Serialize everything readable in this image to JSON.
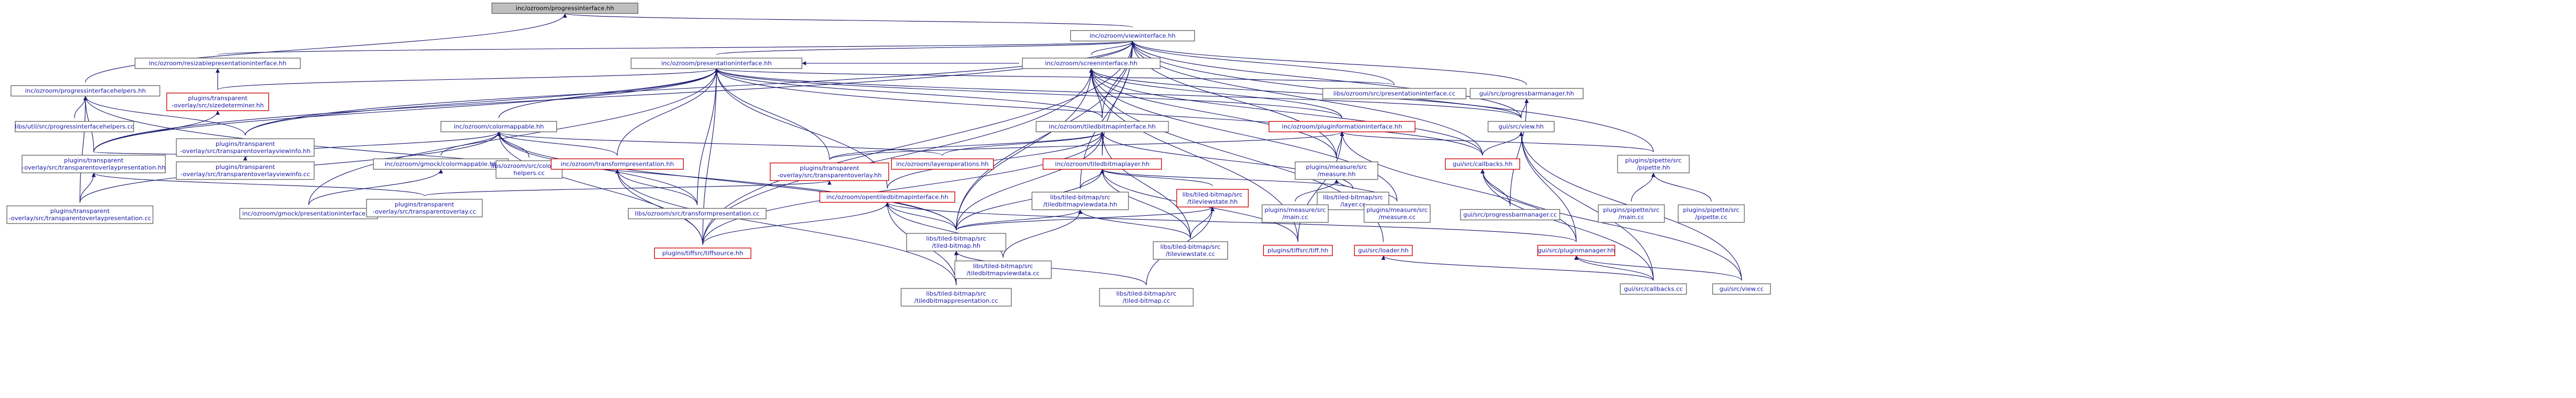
{
  "colors": {
    "link_text": "#1a1aa8",
    "highlight_text": "#cc0000",
    "plain_text": "#000000",
    "edge": "#191970",
    "border": "#666666",
    "box_fill": "#ffffff",
    "root_fill": "#bfbfbf",
    "truncated_border": "#cc0000"
  },
  "nodes": {
    "n0": {
      "lines": [
        "inc/ozroom/progressinterface.hh"
      ],
      "style": "root"
    },
    "n1": {
      "lines": [
        "inc/ozroom/viewinterface.hh"
      ],
      "style": "link"
    },
    "n2": {
      "lines": [
        "inc/ozroom/progressinterfacehelpers.hh"
      ],
      "style": "link"
    },
    "n3": {
      "lines": [
        "inc/ozroom/resizablepresentationinterface.hh"
      ],
      "style": "link"
    },
    "n4": {
      "lines": [
        "inc/ozroom/presentationinterface.hh"
      ],
      "style": "link"
    },
    "n5": {
      "lines": [
        "inc/ozroom/screeninterface.hh"
      ],
      "style": "link"
    },
    "n6": {
      "lines": [
        "libs/ozroom/src/presentationinterface.cc"
      ],
      "style": "link"
    },
    "n7": {
      "lines": [
        "gui/src/progressbarmanager.hh"
      ],
      "style": "link"
    },
    "n8": {
      "lines": [
        "plugins/transparent",
        "-overlay/src/sizedeterminer.hh"
      ],
      "style": "red"
    },
    "n9": {
      "lines": [
        "libs/util/src/progressinterfacehelpers.cc"
      ],
      "style": "link"
    },
    "n10": {
      "lines": [
        "plugins/transparent",
        "-overlay/src/transparentoverlayviewinfo.hh"
      ],
      "style": "link"
    },
    "n11": {
      "lines": [
        "inc/ozroom/colormappable.hh"
      ],
      "style": "link"
    },
    "n12": {
      "lines": [
        "inc/ozroom/tiledbitmapinterface.hh"
      ],
      "style": "link"
    },
    "n13": {
      "lines": [
        "inc/ozroom/pluginformationinterface.hh"
      ],
      "style": "red"
    },
    "n14": {
      "lines": [
        "gui/src/view.hh"
      ],
      "style": "link"
    },
    "n15": {
      "lines": [
        "plugins/transparent",
        "-overlay/src/transparentoverlaypresentation.hh"
      ],
      "style": "link"
    },
    "n16": {
      "lines": [
        "plugins/transparent",
        "-overlay/src/transparentoverlayviewinfo.cc"
      ],
      "style": "link"
    },
    "n17": {
      "lines": [
        "inc/ozroom/gmock/colormappable.hh"
      ],
      "style": "link"
    },
    "n18": {
      "lines": [
        "libs/ozroom/src/colormap",
        "helpers.cc"
      ],
      "style": "link"
    },
    "n19": {
      "lines": [
        "inc/ozroom/transformpresentation.hh"
      ],
      "style": "red"
    },
    "n20": {
      "lines": [
        "inc/ozroom/layeroperations.hh"
      ],
      "style": "red"
    },
    "n21": {
      "lines": [
        "plugins/transparent",
        "-overlay/src/transparentoverlay.hh"
      ],
      "style": "red"
    },
    "n22": {
      "lines": [
        "inc/ozroom/tiledbitmaplayer.hh"
      ],
      "style": "red"
    },
    "n23": {
      "lines": [
        "plugins/measure/src",
        "/measure.hh"
      ],
      "style": "link"
    },
    "n24": {
      "lines": [
        "gui/src/callbacks.hh"
      ],
      "style": "red"
    },
    "n25": {
      "lines": [
        "plugins/pipette/src",
        "/pipette.hh"
      ],
      "style": "link"
    },
    "n26": {
      "lines": [
        "plugins/transparent",
        "-overlay/src/transparentoverlaypresentation.cc"
      ],
      "style": "link"
    },
    "n27": {
      "lines": [
        "inc/ozroom/gmock/presentationinterface.hh"
      ],
      "style": "link"
    },
    "n28": {
      "lines": [
        "plugins/transparent",
        "-overlay/src/transparentoverlay.cc"
      ],
      "style": "link"
    },
    "n29": {
      "lines": [
        "libs/ozroom/src/transformpresentation.cc"
      ],
      "style": "link"
    },
    "n30": {
      "lines": [
        "inc/ozroom/opentiledbitmapinterface.hh"
      ],
      "style": "red"
    },
    "n31": {
      "lines": [
        "libs/tiled-bitmap/src",
        "/tiledbitmapviewdata.hh"
      ],
      "style": "link"
    },
    "n32": {
      "lines": [
        "libs/tiled-bitmap/src",
        "/tileviewstate.hh"
      ],
      "style": "red"
    },
    "n33": {
      "lines": [
        "libs/tiled-bitmap/src",
        "/layer.cc"
      ],
      "style": "link"
    },
    "n34": {
      "lines": [
        "plugins/measure/src",
        "/main.cc"
      ],
      "style": "link"
    },
    "n35": {
      "lines": [
        "plugins/measure/src",
        "/measure.cc"
      ],
      "style": "link"
    },
    "n36": {
      "lines": [
        "gui/src/progressbarmanager.cc"
      ],
      "style": "link"
    },
    "n37": {
      "lines": [
        "plugins/pipette/src",
        "/main.cc"
      ],
      "style": "link"
    },
    "n38": {
      "lines": [
        "plugins/pipette/src",
        "/pipette.cc"
      ],
      "style": "link"
    },
    "n39": {
      "lines": [
        "plugins/tiffsrc/tiffsource.hh"
      ],
      "style": "red"
    },
    "n40": {
      "lines": [
        "libs/tiled-bitmap/src",
        "/tiled-bitmap.hh"
      ],
      "style": "link"
    },
    "n41": {
      "lines": [
        "libs/tiled-bitmap/src",
        "/tiledbitmapviewdata.cc"
      ],
      "style": "link"
    },
    "n42": {
      "lines": [
        "libs/tiled-bitmap/src",
        "/tileviewstate.cc"
      ],
      "style": "link"
    },
    "n43": {
      "lines": [
        "plugins/tiffsrc/tiff.hh"
      ],
      "style": "red"
    },
    "n44": {
      "lines": [
        "gui/src/loader.hh"
      ],
      "style": "red"
    },
    "n45": {
      "lines": [
        "gui/src/pluginmanager.hh"
      ],
      "style": "red"
    },
    "n46": {
      "lines": [
        "libs/tiled-bitmap/src",
        "/tiledbitmappresentation.cc"
      ],
      "style": "link"
    },
    "n47": {
      "lines": [
        "libs/tiled-bitmap/src",
        "/tiled-bitmap.cc"
      ],
      "style": "link"
    },
    "n48": {
      "lines": [
        "gui/src/callbacks.cc"
      ],
      "style": "link"
    },
    "n49": {
      "lines": [
        "gui/src/view.cc"
      ],
      "style": "link"
    }
  },
  "edges": [
    [
      "n0",
      "n1"
    ],
    [
      "n0",
      "n2"
    ],
    [
      "n1",
      "n3"
    ],
    [
      "n1",
      "n4"
    ],
    [
      "n1",
      "n5"
    ],
    [
      "n1",
      "n6"
    ],
    [
      "n1",
      "n7"
    ],
    [
      "n1",
      "n10"
    ],
    [
      "n1",
      "n12"
    ],
    [
      "n1",
      "n14"
    ],
    [
      "n1",
      "n22"
    ],
    [
      "n1",
      "n23"
    ],
    [
      "n1",
      "n24"
    ],
    [
      "n1",
      "n25"
    ],
    [
      "n1",
      "n31"
    ],
    [
      "n1",
      "n39"
    ],
    [
      "n1",
      "n40"
    ],
    [
      "n1",
      "n15"
    ],
    [
      "n2",
      "n9"
    ],
    [
      "n2",
      "n10"
    ],
    [
      "n2",
      "n15"
    ],
    [
      "n2",
      "n26"
    ],
    [
      "n2",
      "n40"
    ],
    [
      "n3",
      "n8"
    ],
    [
      "n4",
      "n6"
    ],
    [
      "n4",
      "n5"
    ],
    [
      "n4",
      "n8"
    ],
    [
      "n4",
      "n10"
    ],
    [
      "n4",
      "n11"
    ],
    [
      "n4",
      "n12"
    ],
    [
      "n4",
      "n13"
    ],
    [
      "n4",
      "n15"
    ],
    [
      "n4",
      "n19"
    ],
    [
      "n4",
      "n21"
    ],
    [
      "n4",
      "n27"
    ],
    [
      "n4",
      "n29"
    ],
    [
      "n4",
      "n30"
    ],
    [
      "n4",
      "n14"
    ],
    [
      "n4",
      "n24"
    ],
    [
      "n4",
      "n39"
    ],
    [
      "n5",
      "n12"
    ],
    [
      "n5",
      "n13"
    ],
    [
      "n5",
      "n14"
    ],
    [
      "n5",
      "n23"
    ],
    [
      "n5",
      "n24"
    ],
    [
      "n5",
      "n35"
    ],
    [
      "n5",
      "n40"
    ],
    [
      "n5",
      "n43"
    ],
    [
      "n5",
      "n44"
    ],
    [
      "n5",
      "n39"
    ],
    [
      "n7",
      "n14"
    ],
    [
      "n7",
      "n36"
    ],
    [
      "n8",
      "n15"
    ],
    [
      "n10",
      "n15"
    ],
    [
      "n10",
      "n16"
    ],
    [
      "n11",
      "n16"
    ],
    [
      "n11",
      "n17"
    ],
    [
      "n11",
      "n18"
    ],
    [
      "n11",
      "n19"
    ],
    [
      "n11",
      "n20"
    ],
    [
      "n11",
      "n29"
    ],
    [
      "n11",
      "n26"
    ],
    [
      "n11",
      "n39"
    ],
    [
      "n11",
      "n40"
    ],
    [
      "n12",
      "n20"
    ],
    [
      "n12",
      "n21"
    ],
    [
      "n12",
      "n22"
    ],
    [
      "n12",
      "n30"
    ],
    [
      "n12",
      "n33"
    ],
    [
      "n12",
      "n39"
    ],
    [
      "n12",
      "n40"
    ],
    [
      "n12",
      "n42"
    ],
    [
      "n13",
      "n23"
    ],
    [
      "n13",
      "n25"
    ],
    [
      "n13",
      "n45"
    ],
    [
      "n13",
      "n43"
    ],
    [
      "n13",
      "n21"
    ],
    [
      "n14",
      "n24"
    ],
    [
      "n14",
      "n45"
    ],
    [
      "n14",
      "n48"
    ],
    [
      "n14",
      "n49"
    ],
    [
      "n15",
      "n26"
    ],
    [
      "n15",
      "n28"
    ],
    [
      "n17",
      "n27"
    ],
    [
      "n19",
      "n29"
    ],
    [
      "n19",
      "n39"
    ],
    [
      "n19",
      "n46"
    ],
    [
      "n21",
      "n28"
    ],
    [
      "n22",
      "n31"
    ],
    [
      "n22",
      "n32"
    ],
    [
      "n22",
      "n33"
    ],
    [
      "n22",
      "n40"
    ],
    [
      "n22",
      "n42"
    ],
    [
      "n22",
      "n43"
    ],
    [
      "n23",
      "n34"
    ],
    [
      "n23",
      "n35"
    ],
    [
      "n24",
      "n36"
    ],
    [
      "n24",
      "n48"
    ],
    [
      "n24",
      "n49"
    ],
    [
      "n25",
      "n37"
    ],
    [
      "n25",
      "n38"
    ],
    [
      "n30",
      "n39"
    ],
    [
      "n30",
      "n40"
    ],
    [
      "n30",
      "n41"
    ],
    [
      "n30",
      "n45"
    ],
    [
      "n30",
      "n46"
    ],
    [
      "n31",
      "n41"
    ],
    [
      "n31",
      "n42"
    ],
    [
      "n31",
      "n40"
    ],
    [
      "n32",
      "n40"
    ],
    [
      "n32",
      "n42"
    ],
    [
      "n32",
      "n47"
    ],
    [
      "n40",
      "n46"
    ],
    [
      "n40",
      "n47"
    ],
    [
      "n44",
      "n48"
    ],
    [
      "n45",
      "n48"
    ],
    [
      "n45",
      "n49"
    ]
  ]
}
